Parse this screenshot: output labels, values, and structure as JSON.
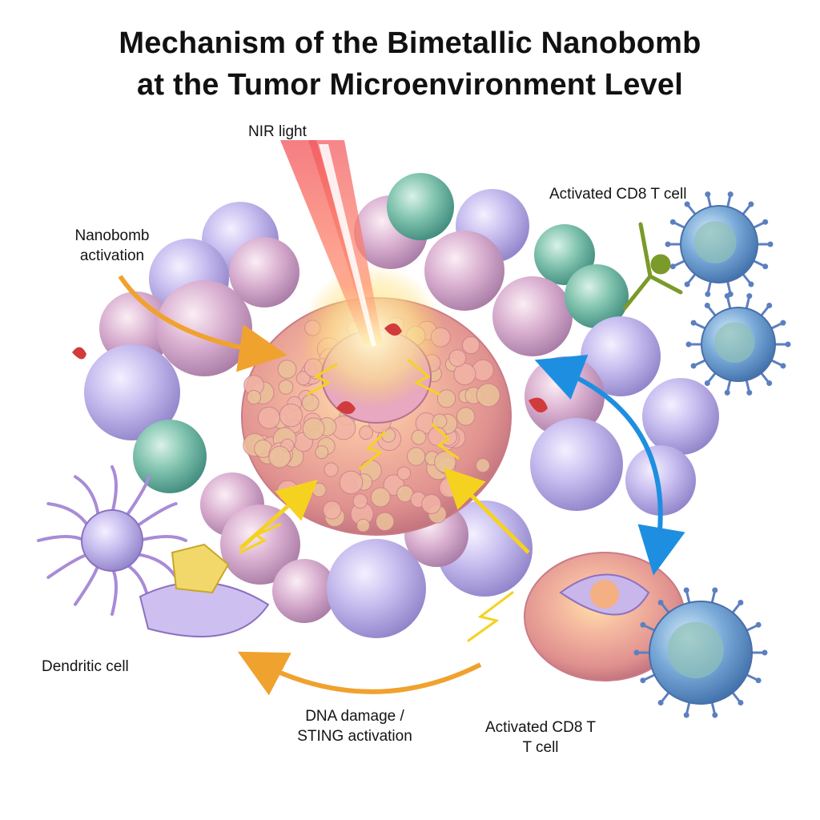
{
  "title": {
    "line1": "Mechanism of the Bimetallic Nanobomb",
    "line2": "at the Tumor Microenvironment Level"
  },
  "labels": {
    "nir_light": "NIR light",
    "nanobomb_line1": "Nanobomb",
    "nanobomb_line2": "activation",
    "cd8_top": "Activated CD8  T  cell",
    "dendritic": "Dendritic cell",
    "dna_line1": "DNA damage /",
    "dna_line2": "STING activation",
    "cd8_bottom_line1": "Activated CD8 T",
    "cd8_bottom_line2": "T cell"
  },
  "colors": {
    "purple_cell": "#b9aee6",
    "green_cell": "#6fb7a8",
    "blue_tcell": "#6f9fd3",
    "tumor": "#e89a9a",
    "nir_beam": "#f0454f",
    "orange_arrow": "#f0a22e",
    "yellow_arrow": "#f5d21f",
    "blue_arrow": "#1e8fe0"
  }
}
